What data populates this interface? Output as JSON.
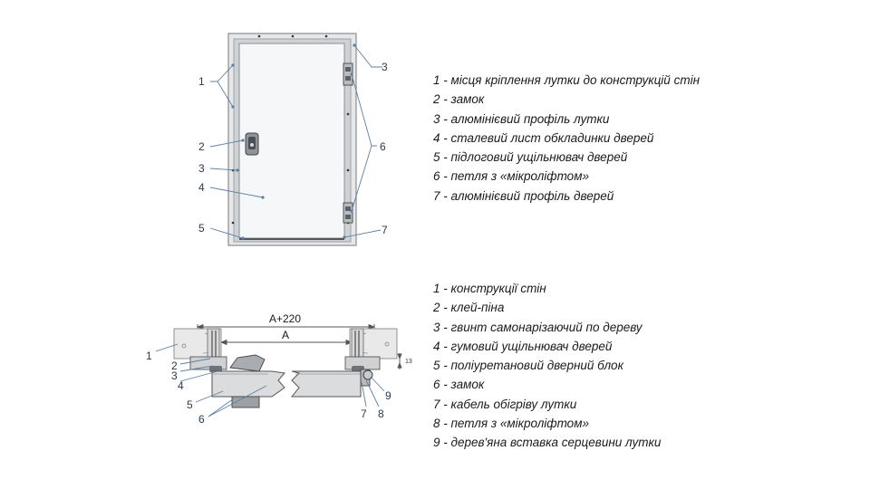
{
  "colors": {
    "frame": "#9fa3a8",
    "panel": "#f4f5f6",
    "leader": "#5d7fa6",
    "text": "#1a1a1a"
  },
  "top_diagram": {
    "callouts": [
      "1",
      "2",
      "3",
      "4",
      "5",
      "3",
      "6",
      "7"
    ],
    "legend": [
      "1 - місця кріплення лутки до конструкцій стін",
      "2 - замок",
      "3 - алюмінієвий профіль лутки",
      "4 - сталевий лист обкладинки дверей",
      "5 - підлоговий ущільнювач дверей",
      "6 - петля з «мікроліфтом»",
      "7 - алюмінієвий профіль дверей"
    ]
  },
  "bottom_diagram": {
    "dimensions": [
      "A+220",
      "A"
    ],
    "callouts": [
      "1",
      "2",
      "3",
      "4",
      "5",
      "6",
      "7",
      "8",
      "9"
    ],
    "legend": [
      "1 - конструкції стін",
      "2 - клей-піна",
      "3 - гвинт самонарізаючий по дереву",
      "4 - гумовий ущільнювач дверей",
      "5 - поліуретановий дверний блок",
      "6 - замок",
      "7 - кабель обігріву лутки",
      "8 - петля з «мікроліфтом»",
      "9 - дерев'яна вставка серцевини лутки"
    ]
  }
}
